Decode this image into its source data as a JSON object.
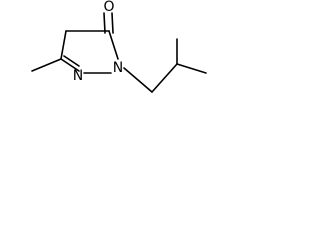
{
  "structure": {
    "atom_labels": {
      "oxygen": "O",
      "nitrogen_ring": "N",
      "nitrogen_double_bond": "N"
    }
  }
}
